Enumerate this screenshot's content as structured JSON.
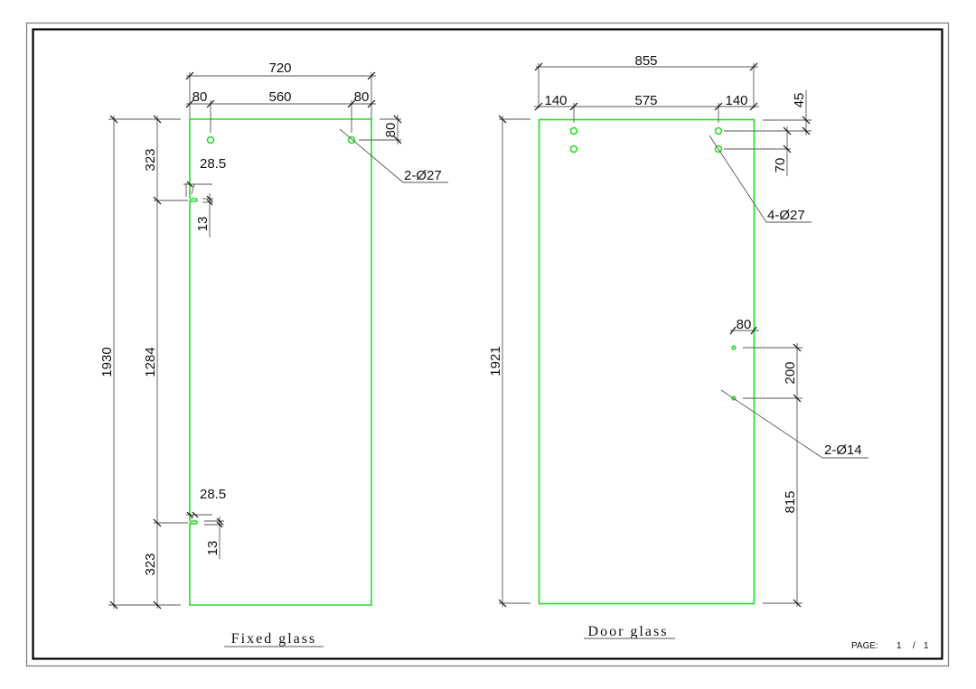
{
  "colors": {
    "glass_outline": "#22dd22",
    "dimension": "#555555",
    "text": "#111111",
    "frame": "#000000"
  },
  "fixed_glass": {
    "title": "Fixed glass",
    "dims": {
      "overall_width": "720",
      "left_offset": "80",
      "hole_spacing": "560",
      "right_offset": "80",
      "hole_from_top": "80",
      "hole_callout": "2-Ø27",
      "overall_height": "1930",
      "top_notch_distance": "323",
      "middle_distance": "1284",
      "bottom_notch_distance": "323",
      "top_notch_depth": "28.5",
      "top_notch_width": "13",
      "bottom_notch_depth": "28.5",
      "bottom_notch_width": "13"
    }
  },
  "door_glass": {
    "title": "Door glass",
    "dims": {
      "overall_width": "855",
      "left_offset": "140",
      "hole_spacing": "575",
      "right_offset": "140",
      "hole_from_top": "45",
      "hole_vertical_spacing": "70",
      "hole_callout": "4-Ø27",
      "overall_height": "1921",
      "handle_offset": "80",
      "handle_spacing": "200",
      "handle_from_bottom": "815",
      "handle_callout": "2-Ø14"
    }
  },
  "page_info": {
    "label": "PAGE:",
    "current": "1",
    "separator": "/",
    "total": "1"
  }
}
